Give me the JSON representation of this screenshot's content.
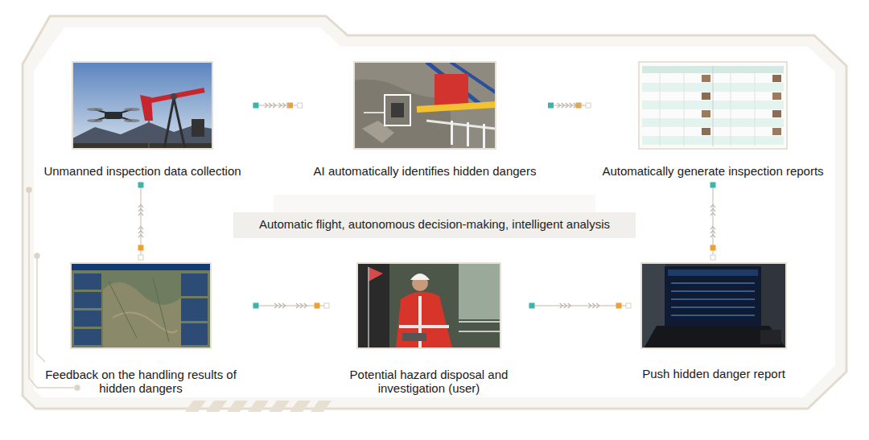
{
  "diagram": {
    "nodes": [
      {
        "text": [
          "Unmanned inspection data collection"
        ]
      },
      {
        "text": [
          "AI automatically identifies hidden dangers"
        ]
      },
      {
        "text": [
          "Automatically generate inspection reports"
        ]
      },
      {
        "text": [
          "Feedback on the handling results of hidden dangers"
        ]
      },
      {
        "text": [
          "Potential hazard disposal and investigation (user)"
        ]
      },
      {
        "text": [
          "Push hidden danger report"
        ]
      }
    ],
    "edges": [
      {
        "from": 0,
        "to": 1,
        "arrow": "none"
      },
      {
        "from": 1,
        "to": 2,
        "arrow": "none"
      },
      {
        "from": 2,
        "to": 5,
        "arrow": "none"
      },
      {
        "from": 5,
        "to": 4,
        "arrow": "none"
      },
      {
        "from": 4,
        "to": 3,
        "arrow": "none"
      },
      {
        "from": 3,
        "to": 0,
        "arrow": "none"
      }
    ],
    "labels": [
      "Automatic flight, autonomous decision-making, intelligent analysis"
    ]
  }
}
